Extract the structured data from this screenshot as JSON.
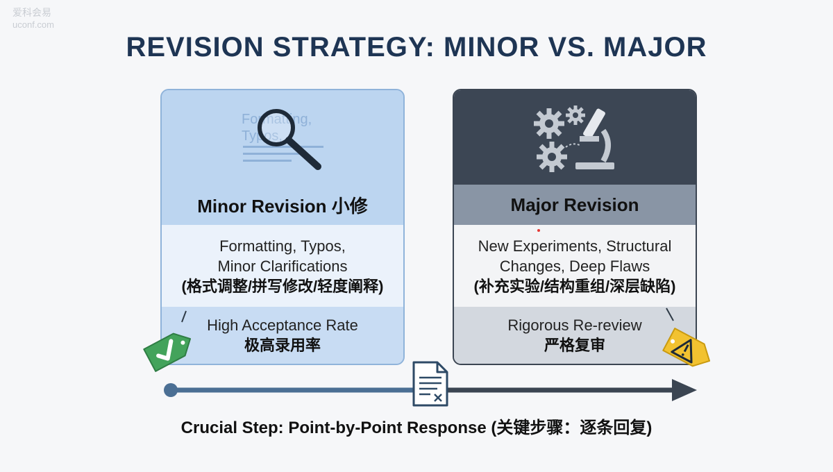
{
  "watermark": {
    "line1": "爱科会易",
    "line2": "uconf.com"
  },
  "title": "REVISION STRATEGY: MINOR VS. MAJOR",
  "minor": {
    "heading": "Minor Revision 小修",
    "illustration_text": [
      "Formatting,",
      "Typos,"
    ],
    "desc_en": [
      "Formatting, Typos,",
      "Minor Clarifications"
    ],
    "desc_zh": "(格式调整/拼写修改/轻度阐释)",
    "outcome_en": "High Acceptance Rate",
    "outcome_zh": "极高录用率",
    "tag_color": "#43a35b"
  },
  "major": {
    "heading": "Major Revision",
    "desc_en": [
      "New Experiments, Structural",
      "Changes, Deep Flaws"
    ],
    "desc_zh": "(补充实验/结构重组/深层缺陷)",
    "outcome_en": "Rigorous Re-review",
    "outcome_zh": "严格复审",
    "tag_color": "#f2c230"
  },
  "caption": "Crucial Step: Point-by-Point Response (关键步骤：逐条回复)",
  "colors": {
    "title": "#1e3554",
    "arrow_left": "#4b6f94",
    "arrow_right": "#3b4552"
  }
}
